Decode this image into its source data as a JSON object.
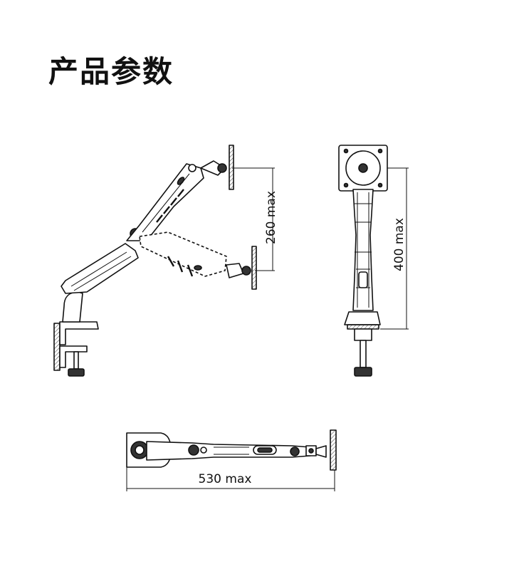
{
  "page": {
    "title": "产品参数"
  },
  "views": {
    "side": {
      "dimension_label": "260 max"
    },
    "front": {
      "dimension_label": "400 max"
    },
    "top": {
      "dimension_label": "530 max"
    }
  }
}
